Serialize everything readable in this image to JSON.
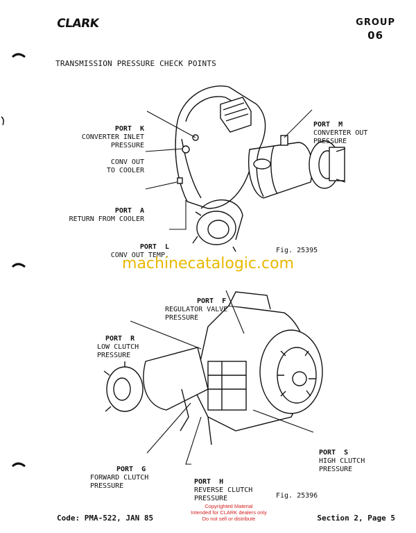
{
  "header": {
    "brand": "CLARK",
    "group_label": "GROUP",
    "group_number": "06"
  },
  "title": "TRANSMISSION PRESSURE CHECK POINTS",
  "figure1": {
    "caption": "Fig. 25395",
    "labels": {
      "port_k": {
        "port": "PORT  K",
        "desc": "CONVERTER INLET\nPRESSURE"
      },
      "conv_out": {
        "desc": "CONV OUT\nTO COOLER"
      },
      "port_a": {
        "port": "PORT  A",
        "desc": "RETURN FROM COOLER"
      },
      "port_l": {
        "port": "PORT  L",
        "desc": "CONV OUT TEMP."
      },
      "port_m": {
        "port": "PORT  M",
        "desc": "CONVERTER OUT\nPRESSURE"
      }
    }
  },
  "watermark": "machinecatalogic.com",
  "figure2": {
    "caption": "Fig. 25396",
    "labels": {
      "port_f": {
        "port": "PORT  F",
        "desc": "REGULATOR VALVE\nPRESSURE"
      },
      "port_r": {
        "port": "PORT  R",
        "desc": "LOW CLUTCH\nPRESSURE"
      },
      "port_s": {
        "port": "PORT  S",
        "desc": "HIGH CLUTCH\nPRESSURE"
      },
      "port_g": {
        "port": "PORT  G",
        "desc": "FORWARD CLUTCH\nPRESSURE"
      },
      "port_h": {
        "port": "PORT  H",
        "desc": "REVERSE CLUTCH\nPRESSURE"
      }
    }
  },
  "copyright": {
    "line1": "Copyrighted Material",
    "line2": "Intended for CLARK dealers only",
    "line3": "Do not sell or distribute"
  },
  "footer": {
    "code": "Code: PMA-522, JAN 85",
    "section": "Section 2, Page 5"
  }
}
